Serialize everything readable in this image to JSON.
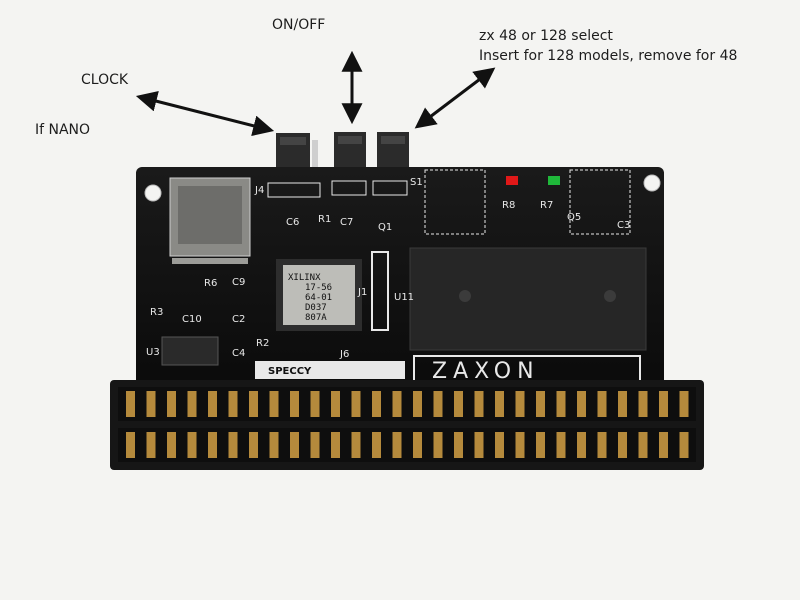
{
  "annotations": {
    "on_off": "ON/OFF",
    "model_select_line1": "zx 48 or 128 select",
    "model_select_line2": "Insert for 128 models, remove for 48",
    "clock": "CLOCK",
    "nano": "If NANO"
  },
  "board": {
    "brand_left": "SPECCY",
    "brand_right": "ZAXON",
    "chip_marking": [
      "XILINX",
      "17-56",
      "64-01",
      "D037",
      "807A"
    ],
    "silkscreen": {
      "j4": "J4",
      "s1": "S1",
      "c6": "C6",
      "r1": "R1",
      "c7": "C7",
      "q1": "Q1",
      "r8": "R8",
      "r7": "R7",
      "q5": "Q5",
      "c3": "C3",
      "r6": "R6",
      "c9": "C9",
      "r3": "R3",
      "c10": "C10",
      "c2": "C2",
      "j1": "J1",
      "u11": "U11",
      "r2": "R2",
      "c4": "C4",
      "u3": "U3",
      "j6": "J6"
    },
    "led_colors": {
      "red": "#e01818",
      "green": "#1fb83a"
    },
    "pcb_color": "#121212",
    "silk_color": "#e8e8e8"
  }
}
